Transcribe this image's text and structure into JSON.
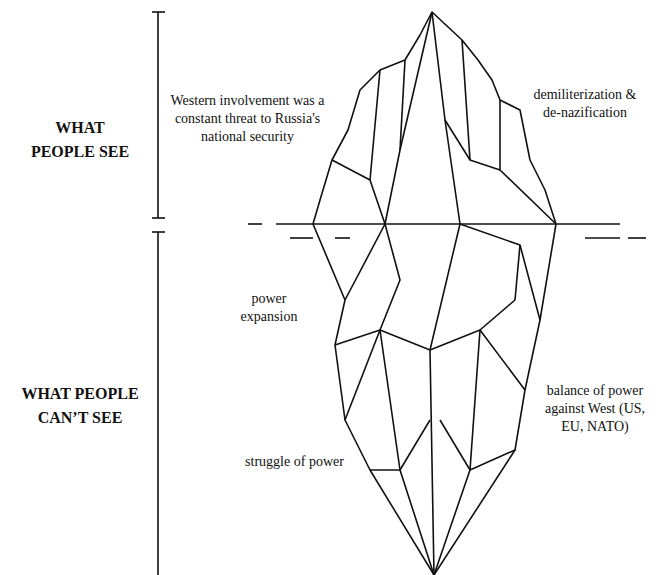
{
  "diagram": {
    "labels": [
      "WHAT PEOPLE SEE",
      "WHAT PEOPLE CAN’T SEE",
      "Western involvement was a constant threat to Russia's national security",
      "demiliterization & de-nazification",
      "power expansion",
      "balance of power against West (US, EU, NATO)",
      "struggle of power"
    ]
  }
}
